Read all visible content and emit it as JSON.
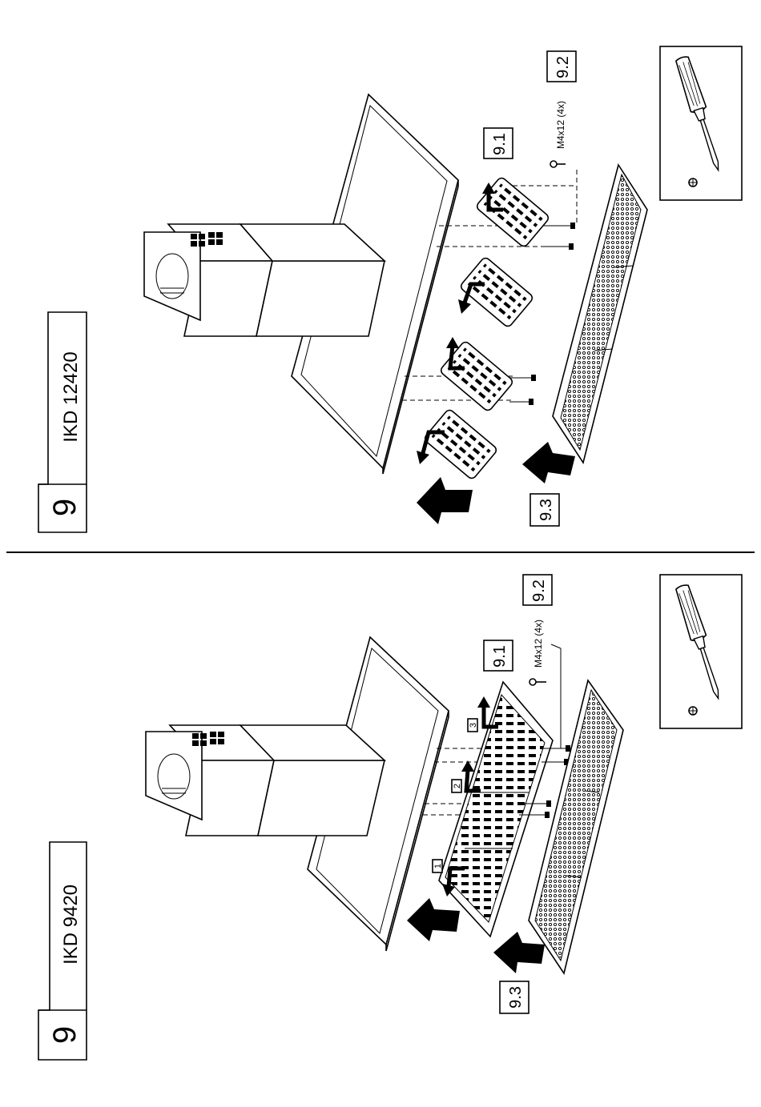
{
  "panels": [
    {
      "step_number": "9",
      "model": "IKD 12420",
      "labels": {
        "filter_frame": "9.1",
        "screws": "9.2",
        "grease_filter": "9.3"
      },
      "screw_spec": "M4x12 (4x)"
    },
    {
      "step_number": "9",
      "model": "IKD 9420",
      "labels": {
        "filter_frame": "9.1",
        "screws": "9.2",
        "grease_filter": "9.3"
      },
      "screw_spec": "M4x12 (4x)",
      "sequence": [
        "1",
        "2",
        "3"
      ]
    }
  ]
}
